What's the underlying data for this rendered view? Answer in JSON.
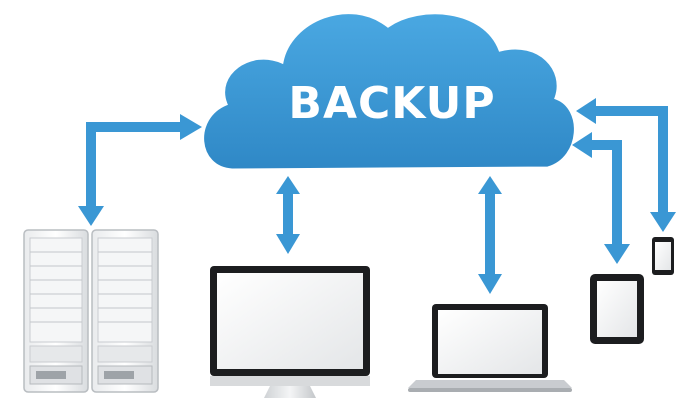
{
  "cloud": {
    "label": "BACKUP",
    "icon": "cloud-icon",
    "color": "#3a97d4"
  },
  "arrow_color": "#3a97d4",
  "devices": [
    {
      "name": "server-rack",
      "icon": "server-icon"
    },
    {
      "name": "desktop-monitor",
      "icon": "monitor-icon"
    },
    {
      "name": "laptop",
      "icon": "laptop-icon"
    },
    {
      "name": "tablet",
      "icon": "tablet-icon"
    },
    {
      "name": "smartphone",
      "icon": "phone-icon"
    }
  ],
  "connections": [
    {
      "from": "cloud",
      "to": "server-rack",
      "direction": "bidirectional"
    },
    {
      "from": "cloud",
      "to": "desktop-monitor",
      "direction": "bidirectional"
    },
    {
      "from": "cloud",
      "to": "laptop",
      "direction": "bidirectional"
    },
    {
      "from": "cloud",
      "to": "tablet",
      "direction": "bidirectional"
    },
    {
      "from": "cloud",
      "to": "smartphone",
      "direction": "bidirectional"
    }
  ]
}
